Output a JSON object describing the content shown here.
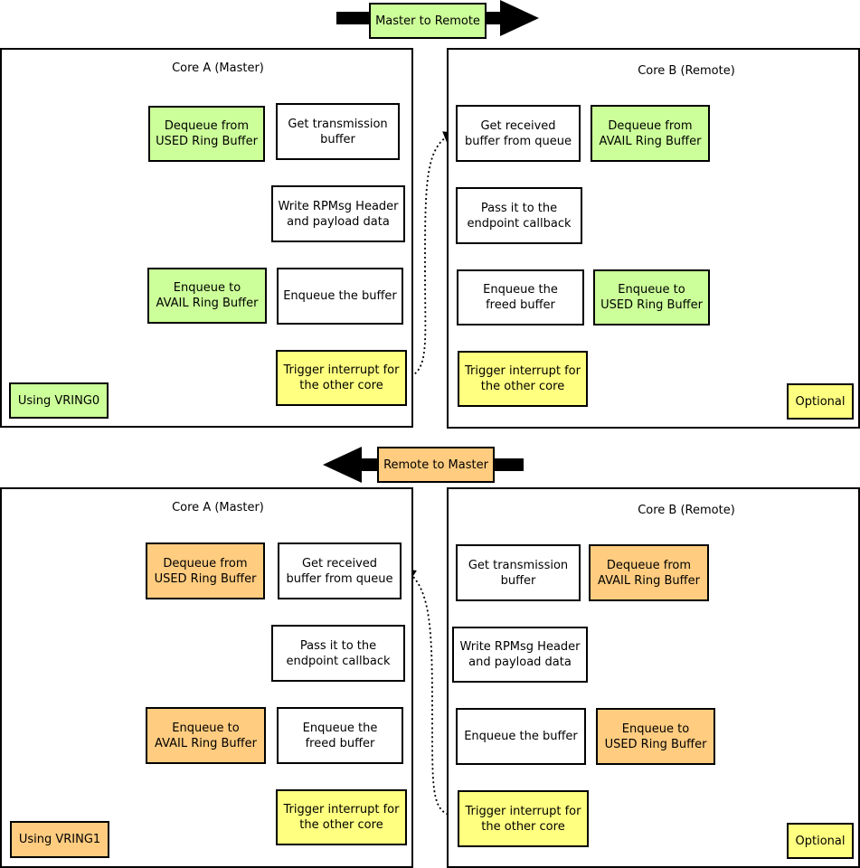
{
  "colors": {
    "green": "#ccff99",
    "orange": "#ffcc80",
    "yellow": "#ffff80",
    "white": "#ffffff",
    "black": "#000000"
  },
  "top": {
    "direction_label": "Master to Remote",
    "core_a": {
      "title": "Core A (Master)",
      "steps": [
        "Get transmission\nbuffer",
        "Write RPMsg Header\nand payload data",
        "Enqueue the buffer",
        "Trigger interrupt for\nthe other core"
      ],
      "dequeue_note": "Dequeue from\nUSED Ring Buffer",
      "enqueue_note": "Enqueue to\nAVAIL Ring Buffer",
      "vring_label": "Using VRING0"
    },
    "core_b": {
      "title": "Core B (Remote)",
      "steps": [
        "Get received\nbuffer from queue",
        "Pass it to the\nendpoint callback",
        "Enqueue the\nfreed buffer",
        "Trigger interrupt for\nthe other core"
      ],
      "dequeue_note": "Dequeue from\nAVAIL Ring Buffer",
      "enqueue_note": "Enqueue to\nUSED Ring Buffer",
      "optional_label": "Optional"
    }
  },
  "bottom": {
    "direction_label": "Remote to Master",
    "core_a": {
      "title": "Core A (Master)",
      "steps": [
        "Get received\nbuffer from queue",
        "Pass it to the\nendpoint callback",
        "Enqueue the\nfreed buffer",
        "Trigger interrupt for\nthe other core"
      ],
      "dequeue_note": "Dequeue from\nUSED Ring Buffer",
      "enqueue_note": "Enqueue to\nAVAIL Ring Buffer",
      "vring_label": "Using VRING1"
    },
    "core_b": {
      "title": "Core B (Remote)",
      "steps": [
        "Get transmission\nbuffer",
        "Write RPMsg Header\nand payload data",
        "Enqueue the buffer",
        "Trigger interrupt for\nthe other core"
      ],
      "dequeue_note": "Dequeue from\nAVAIL Ring Buffer",
      "enqueue_note": "Enqueue to\nUSED Ring Buffer",
      "optional_label": "Optional"
    }
  }
}
